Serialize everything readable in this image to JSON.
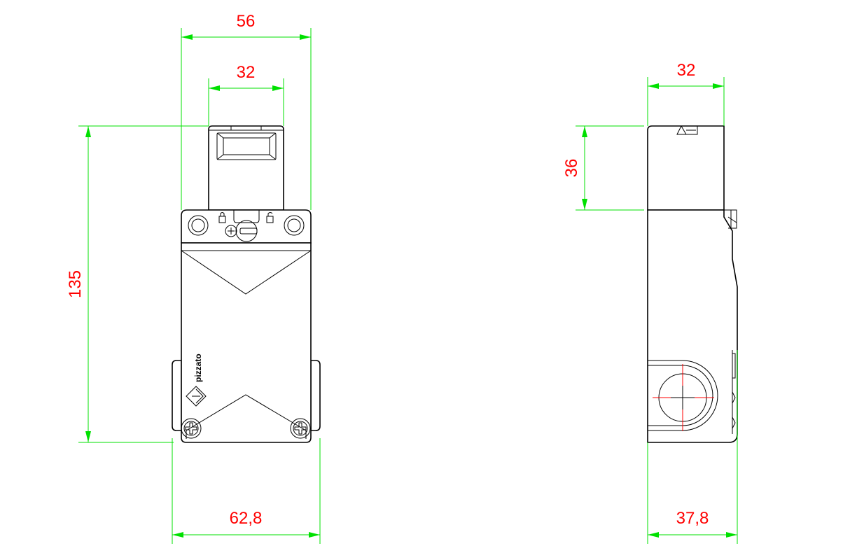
{
  "drawing": {
    "dimensions": {
      "front_width_top": "56",
      "front_actuator_width": "32",
      "front_height": "135",
      "front_width_bottom": "62,8",
      "side_actuator_width": "32",
      "side_actuator_height": "36",
      "side_depth": "37,8"
    },
    "brand_mark": "pizzato",
    "colors": {
      "dimension_line": "#00e000",
      "dimension_text": "#ff0000",
      "outline": "#000000",
      "centerline": "#ff0000"
    }
  }
}
